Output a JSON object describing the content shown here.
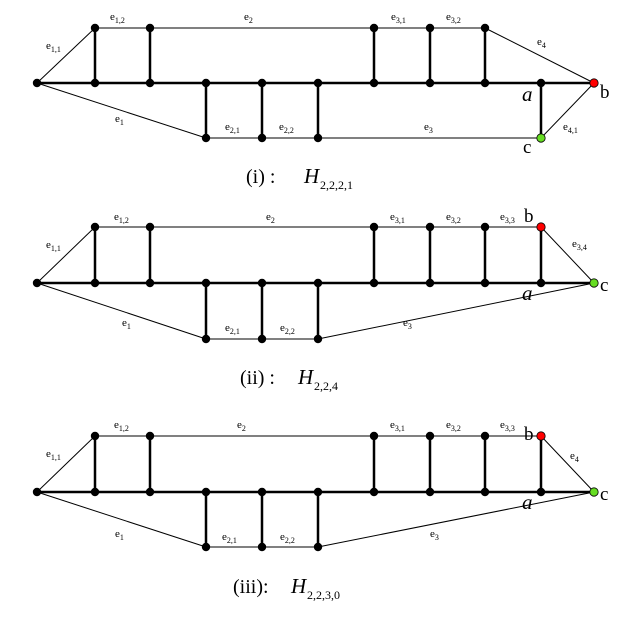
{
  "diagrams": [
    {
      "caption": "(i) :",
      "graph_name": "H",
      "graph_subscript": "2,2,2,1",
      "vertex_labels": [
        "a",
        "b",
        "c"
      ],
      "colors": {
        "b": "#ff0000",
        "c": "#66dd22"
      },
      "edge_labels": [
        {
          "base": "e",
          "sub": "1,1"
        },
        {
          "base": "e",
          "sub": "1,2"
        },
        {
          "base": "e",
          "sub": "2"
        },
        {
          "base": "e",
          "sub": "3,1"
        },
        {
          "base": "e",
          "sub": "3,2"
        },
        {
          "base": "e",
          "sub": "4"
        },
        {
          "base": "e",
          "sub": "1"
        },
        {
          "base": "e",
          "sub": "2,1"
        },
        {
          "base": "e",
          "sub": "2,2"
        },
        {
          "base": "e",
          "sub": "3"
        },
        {
          "base": "e",
          "sub": "4,1"
        }
      ]
    },
    {
      "caption": "(ii) :",
      "graph_name": "H",
      "graph_subscript": "2,2,4",
      "vertex_labels": [
        "b",
        "c",
        "a"
      ],
      "colors": {
        "b": "#ff0000",
        "c": "#66dd22"
      },
      "edge_labels": [
        {
          "base": "e",
          "sub": "1,1"
        },
        {
          "base": "e",
          "sub": "1,2"
        },
        {
          "base": "e",
          "sub": "2"
        },
        {
          "base": "e",
          "sub": "3,1"
        },
        {
          "base": "e",
          "sub": "3,2"
        },
        {
          "base": "e",
          "sub": "3,3"
        },
        {
          "base": "e",
          "sub": "3,4"
        },
        {
          "base": "e",
          "sub": "1"
        },
        {
          "base": "e",
          "sub": "2,1"
        },
        {
          "base": "e",
          "sub": "2,2"
        },
        {
          "base": "e",
          "sub": "3"
        }
      ]
    },
    {
      "caption": "(iii):",
      "graph_name": "H",
      "graph_subscript": "2,2,3,0",
      "vertex_labels": [
        "b",
        "c",
        "a"
      ],
      "colors": {
        "b": "#ff0000",
        "c": "#66dd22"
      },
      "edge_labels": [
        {
          "base": "e",
          "sub": "1,1"
        },
        {
          "base": "e",
          "sub": "1,2"
        },
        {
          "base": "e",
          "sub": "2"
        },
        {
          "base": "e",
          "sub": "3,1"
        },
        {
          "base": "e",
          "sub": "3,2"
        },
        {
          "base": "e",
          "sub": "3,3"
        },
        {
          "base": "e",
          "sub": "4"
        },
        {
          "base": "e",
          "sub": "1"
        },
        {
          "base": "e",
          "sub": "2,1"
        },
        {
          "base": "e",
          "sub": "2,2"
        },
        {
          "base": "e",
          "sub": "3"
        }
      ]
    }
  ]
}
